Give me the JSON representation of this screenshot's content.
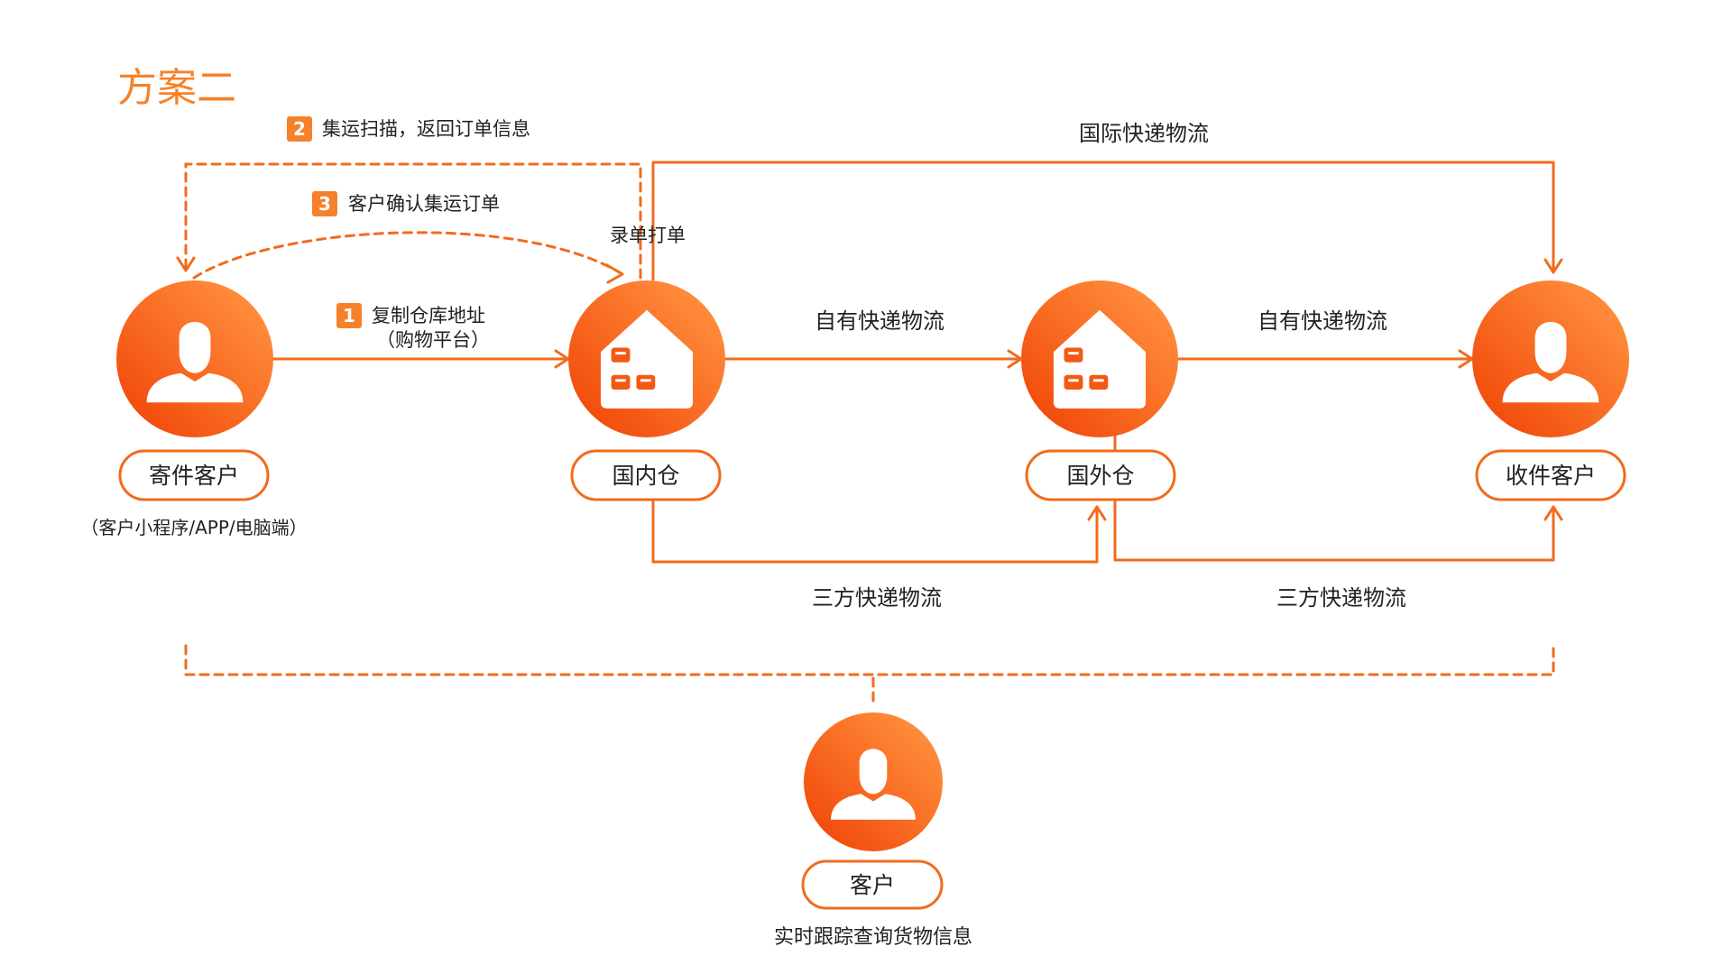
{
  "title": "方案二",
  "colors": {
    "accent": "#F5822A",
    "circle_start": "#FF8C3A",
    "circle_end": "#F24E0E",
    "line": "#F26B1D"
  },
  "nodes": {
    "sender": {
      "label": "寄件客户",
      "icon": "person-icon",
      "subtitle": "（客户小程序/APP/电脑端）"
    },
    "domestic_warehouse": {
      "label": "国内仓",
      "icon": "warehouse-icon"
    },
    "overseas_warehouse": {
      "label": "国外仓",
      "icon": "warehouse-icon"
    },
    "receiver": {
      "label": "收件客户",
      "icon": "person-icon"
    },
    "customer": {
      "label": "客户",
      "icon": "person-icon",
      "note": "实时跟踪查询货物信息"
    }
  },
  "steps": [
    {
      "number": "1",
      "text": "复制仓库地址",
      "subtext": "（购物平台）"
    },
    {
      "number": "2",
      "text": "集运扫描，返回订单信息"
    },
    {
      "number": "3",
      "text": "客户确认集运订单"
    }
  ],
  "flows": {
    "record_print": "录单打单",
    "international": "国际快递物流",
    "own_express_1": "自有快递物流",
    "own_express_2": "自有快递物流",
    "third_party_1": "三方快递物流",
    "third_party_2": "三方快递物流"
  }
}
